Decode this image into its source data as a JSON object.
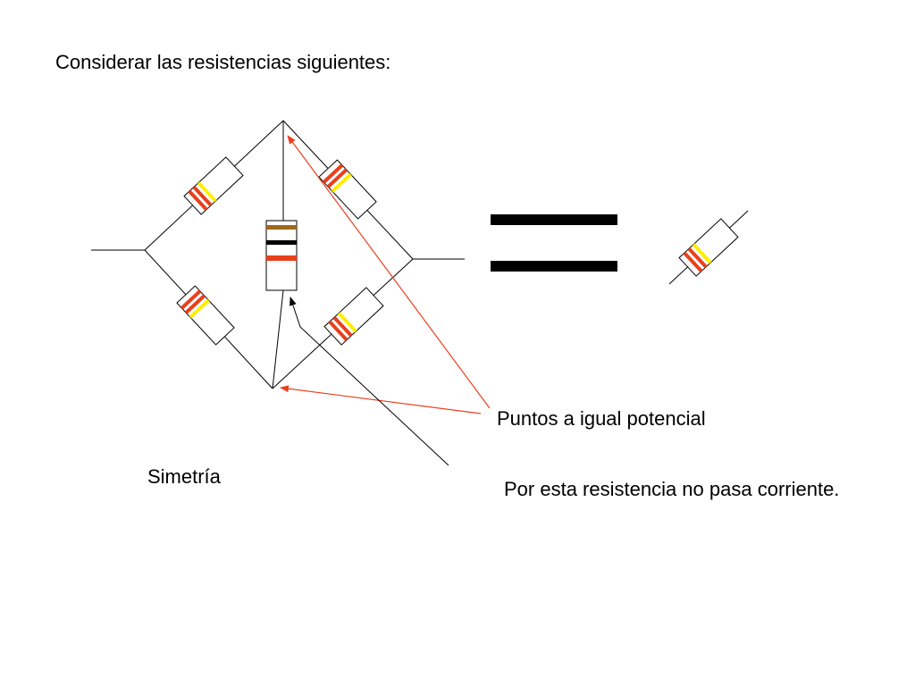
{
  "slide": {
    "title": "Considerar las resistencias siguientes:",
    "label_equal_potential": "Puntos a igual potencial",
    "label_symmetry": "Simetría",
    "label_no_current": "Por esta resistencia no pasa corriente."
  },
  "colors": {
    "wire": "#000000",
    "arrow_red": "#e8401c",
    "band_red": "#e8401c",
    "band_yellow": "#ffee00",
    "band_brown": "#a0661a",
    "band_black": "#000000"
  }
}
